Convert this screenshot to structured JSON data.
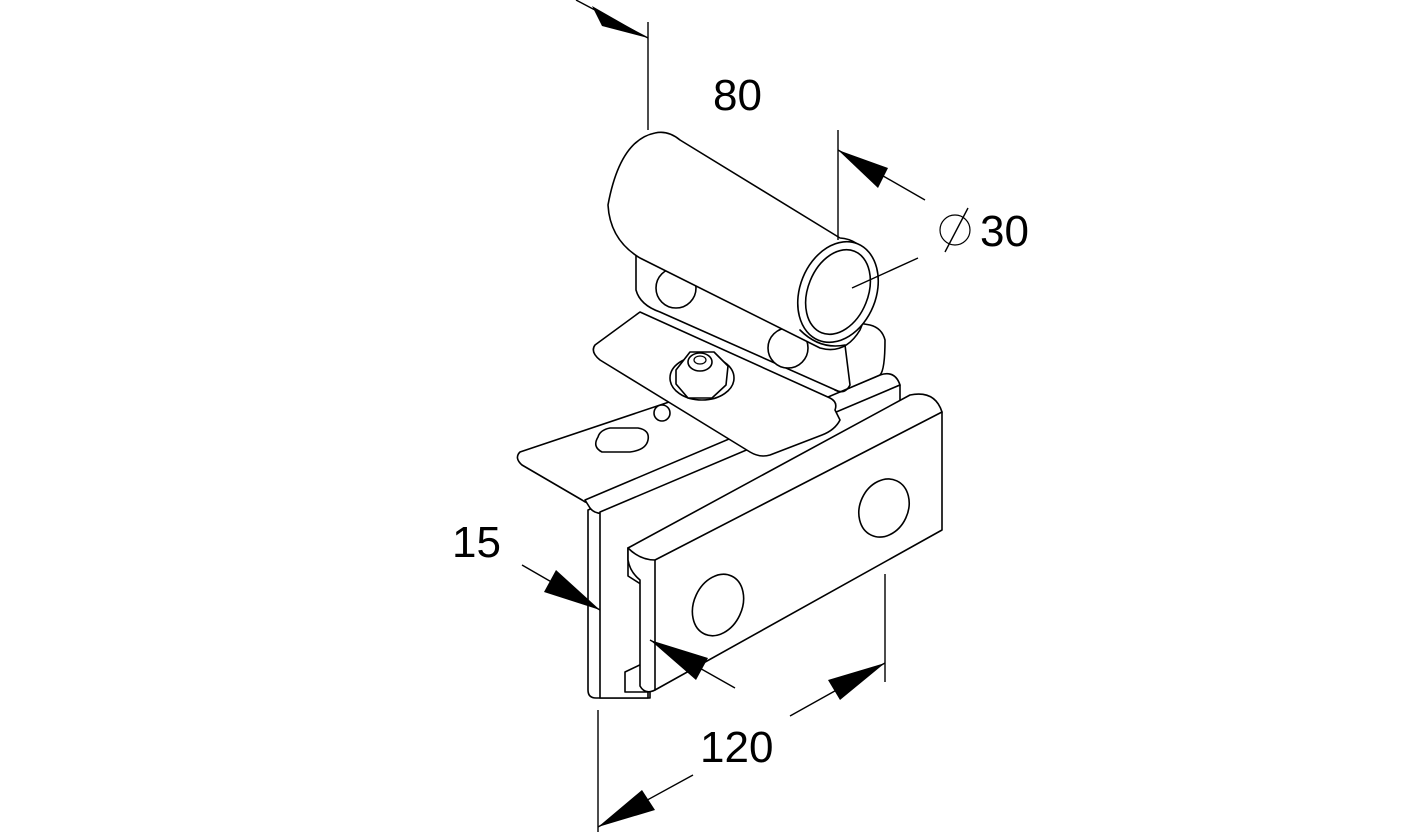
{
  "dimensions": {
    "top_width": "80",
    "tube_diameter_symbol": "∅",
    "tube_diameter": "30",
    "flange_thickness": "15",
    "length": "120"
  }
}
